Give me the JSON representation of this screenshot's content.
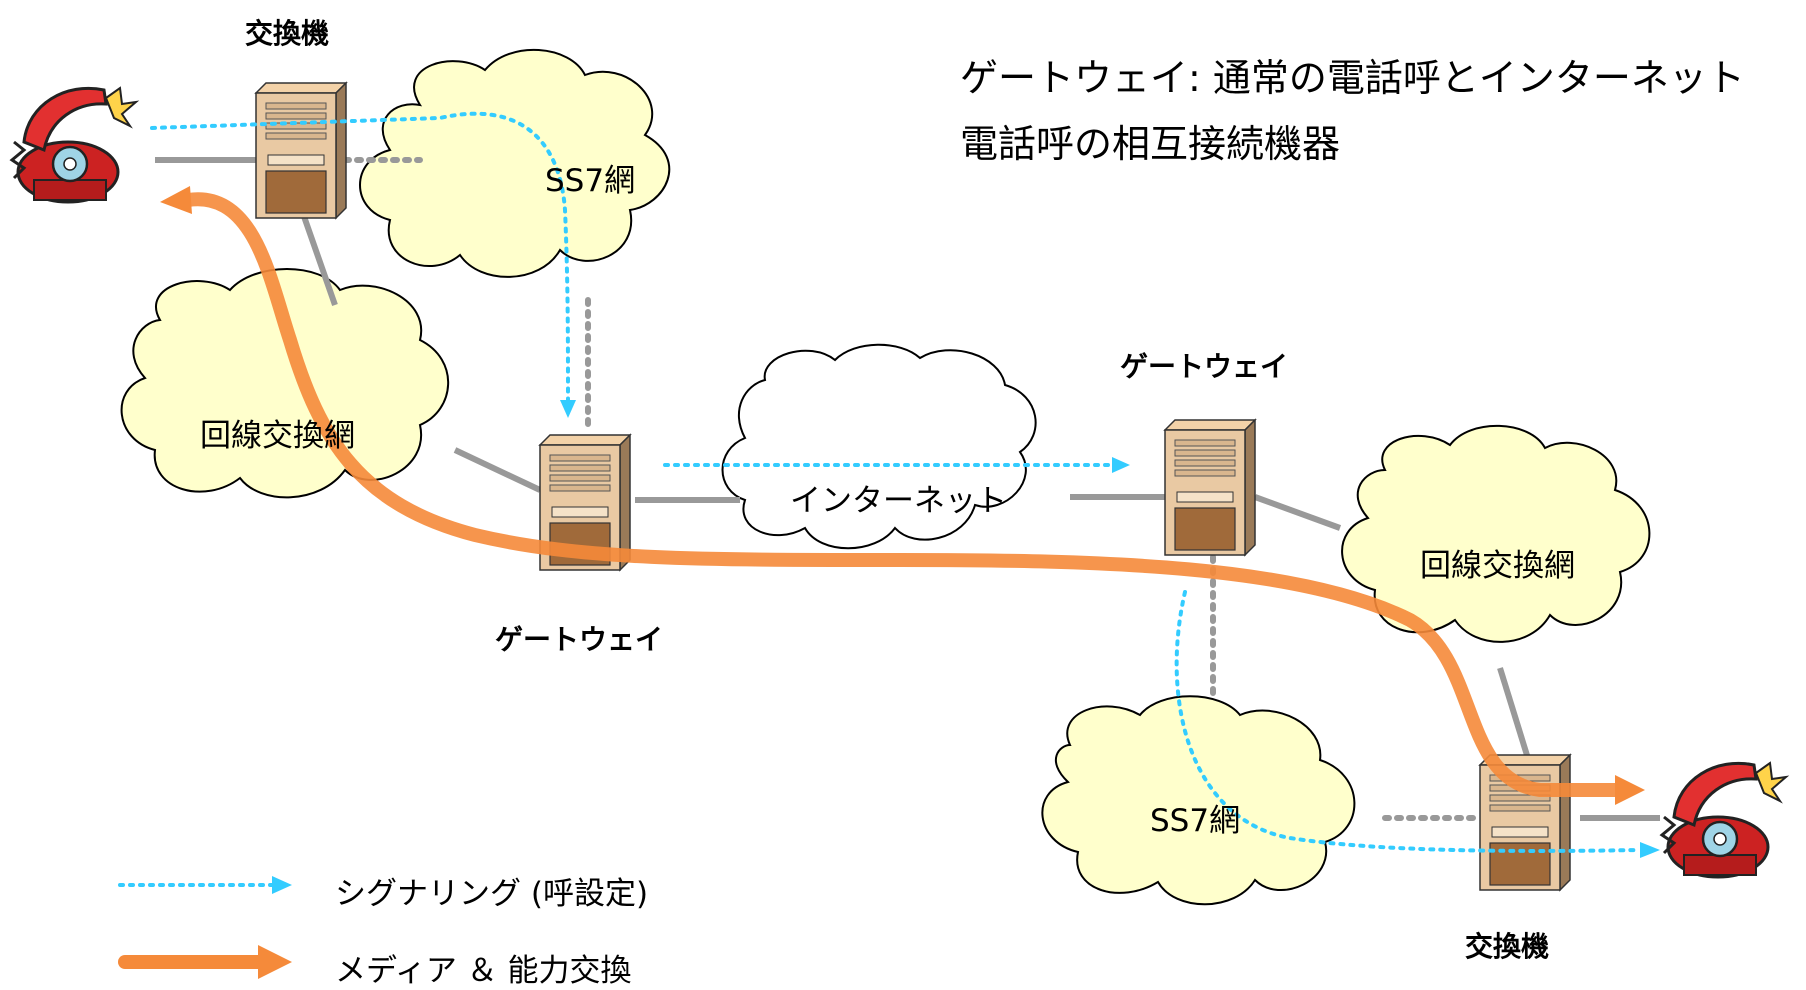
{
  "description": {
    "line1": "ゲートウェイ: 通常の電話呼とインターネット",
    "line2": "電話呼の相互接続機器"
  },
  "nodes": {
    "exchange_top": "交換機",
    "exchange_bottom": "交換機",
    "gateway_left": "ゲートウェイ",
    "gateway_right": "ゲートウェイ"
  },
  "clouds": {
    "ss7_top": "SS7網",
    "ss7_bottom": "SS7網",
    "circuit_left": "回線交換網",
    "circuit_right": "回線交換網",
    "internet": "インターネット"
  },
  "legend": {
    "signaling": "シグナリング (呼設定)",
    "media": "メディア ＆ 能力交換"
  },
  "colors": {
    "cloud_fill": "#FFFFCC",
    "signaling": "#33CCFF",
    "media": "#F58A3A",
    "link": "#999999"
  }
}
